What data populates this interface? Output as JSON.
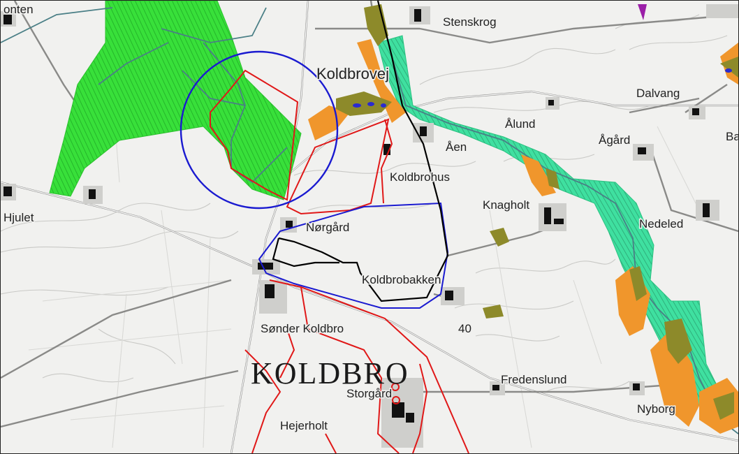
{
  "map": {
    "labels": {
      "stenskrog": "Stenskrog",
      "koldbrovej": "Koldbrovej",
      "dalvang": "Dalvang",
      "alund": "Ålund",
      "aagard": "Ågård",
      "aen": "Åen",
      "koldbrohus": "Koldbrohus",
      "hjulet": "Hjulet",
      "knagholt": "Knagholt",
      "nedeled": "Nedeled",
      "norgard": "Nørgård",
      "koldbrobakken": "Koldbrobakken",
      "sonder_koldbro": "Sønder Koldbro",
      "koldbro": "KOLDBRO",
      "storgard": "Storgård",
      "fredenslund": "Fredenslund",
      "nyborg": "Nyborg",
      "hejerholt": "Hejerholt",
      "elevation": "40",
      "clipped_left": "onten",
      "clipped_right": "Ba"
    },
    "colors": {
      "green_hatch": "#38e03a",
      "teal_hatch": "#3fe0a0",
      "orange_zone": "#f0962c",
      "olive_zone": "#8d8a2a",
      "blue_circle": "#1a1ad0",
      "red_boundary": "#e01818",
      "black_boundary": "#000000",
      "blue_boundary": "#1a1ad0",
      "purple_zone": "#9b1fa8"
    }
  }
}
